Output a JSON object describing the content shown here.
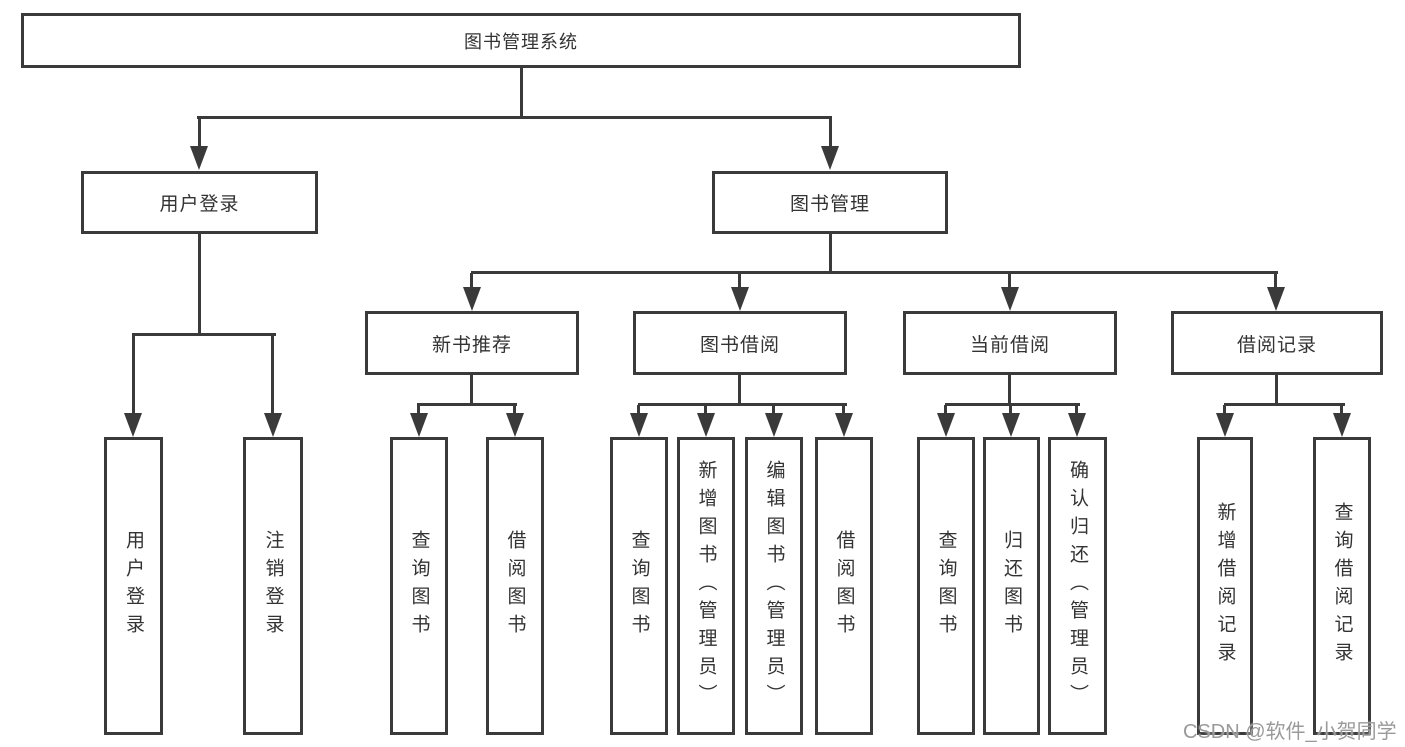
{
  "diagram_title": "图书管理系统",
  "tree": {
    "label": "图书管理系统",
    "children": [
      {
        "label": "用户登录",
        "children": [
          {
            "label": "用户登录"
          },
          {
            "label": "注销登录"
          }
        ]
      },
      {
        "label": "图书管理",
        "children": [
          {
            "label": "新书推荐",
            "children": [
              {
                "label": "查询图书"
              },
              {
                "label": "借阅图书"
              }
            ]
          },
          {
            "label": "图书借阅",
            "children": [
              {
                "label": "查询图书"
              },
              {
                "label": "新增图书（管理员）"
              },
              {
                "label": "编辑图书（管理员）"
              },
              {
                "label": "借阅图书"
              }
            ]
          },
          {
            "label": "当前借阅",
            "children": [
              {
                "label": "查询图书"
              },
              {
                "label": "归还图书"
              },
              {
                "label": "确认归还（管理员）"
              }
            ]
          },
          {
            "label": "借阅记录",
            "children": [
              {
                "label": "新增借阅记录"
              },
              {
                "label": "查询借阅记录"
              }
            ]
          }
        ]
      }
    ]
  },
  "watermark": "CSDN @软件_小贺同学",
  "colors": {
    "line": "#3a3a3a",
    "text": "#333333",
    "box_fill": "#ffffff",
    "watermark": "#9a9a9a",
    "background": "#ffffff"
  }
}
